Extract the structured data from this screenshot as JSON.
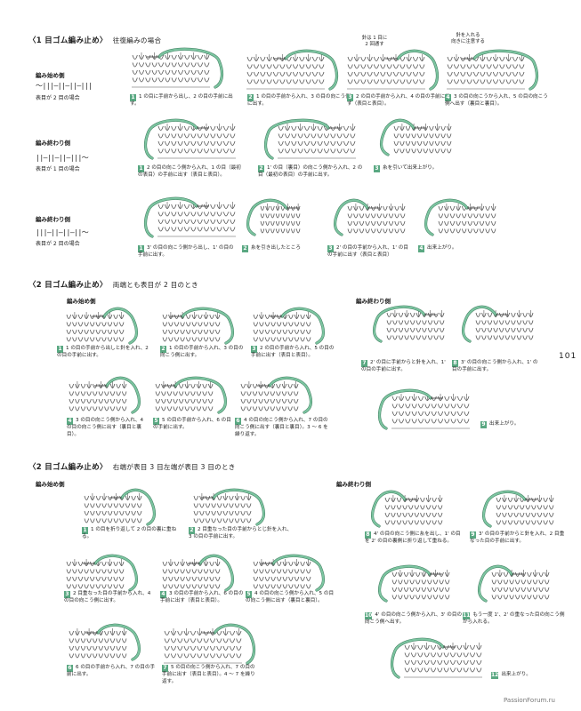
{
  "page_number": "101",
  "watermark": "PassionForum.ru",
  "section1": {
    "title": "〈1 目ゴム編み止め〉",
    "subtitle": "往復編みの場合",
    "start_label": "編み始め側",
    "start_chain": "～|||–||–||–|||",
    "start_note": "表目が 2 目の場合",
    "end1_label": "編み終わり側",
    "end1_chain": "||–||–||–|||～",
    "end1_note": "表目が 1 目の場合",
    "end2_label": "編み終わり側",
    "end2_chain": "|||–||–||–||～",
    "end2_note": "表目が 2 目の場合",
    "note_a": "針は 1 目に\n2 回通す",
    "note_b": "針を入れる\n向きに注意する",
    "steps_a": [
      {
        "n": "1",
        "t": "1 の目に手前から出し、2 の目の手前に出す。"
      },
      {
        "n": "2",
        "t": "1 の目の手前から入れ、3 の目の向こう側に出す。"
      },
      {
        "n": "3",
        "t": "2 の目の手前から入れ、4 の目の手前に出す（表目と表目）。"
      },
      {
        "n": "4",
        "t": "3 の目の向こうから入れ、5 の目の向こう側へ出す（裏目と裏目）。"
      }
    ],
    "steps_b": [
      {
        "n": "1",
        "t": "2 の目の向こう側から入れ、1 の目（最初の表目）の手前に出す（表目と表目）。"
      },
      {
        "n": "2",
        "t": "1' の目（裏目）の向こう側から入れ、2 の目（最初の表目）の手前に出す。"
      },
      {
        "n": "3",
        "t": "糸を引いて出来上がり。"
      }
    ],
    "steps_c": [
      {
        "n": "1",
        "t": "3' の目の向こう側から出し、1' の目の手前に出す。"
      },
      {
        "n": "2",
        "t": "糸を引き出したところ"
      },
      {
        "n": "3",
        "t": "2' の目の手前から入れ、1' の目の手前に出す（表目と表目）"
      },
      {
        "n": "4",
        "t": "出来上がり。"
      }
    ]
  },
  "section2": {
    "title": "〈2 目ゴム編み止め〉",
    "subtitle": "両端とも表目が 2 目のとき",
    "start_label": "編み始め側",
    "end_label": "編み終わり側",
    "steps_start": [
      {
        "n": "1",
        "t": "1 の目の手前から出しと針を入れ、2 の目の手前に出す。"
      },
      {
        "n": "2",
        "t": "1 の目の手前から入れ、3 の目の向こう側に出す。"
      },
      {
        "n": "3",
        "t": "2 の目の手前から入れ、5 の目の手前に出す（表目と表目）。"
      },
      {
        "n": "4",
        "t": "3 の目の向こう側から入れ、4 の目の向こう側に出す（裏目と裏目）。"
      },
      {
        "n": "5",
        "t": "5 の目の手前から入れ、6 の目の手前に出す。"
      },
      {
        "n": "6",
        "t": "4 の目の向こう側から入れ、7 の目の向こう側に出す（裏目と裏目）。3 ～ 6 を繰り返す。"
      }
    ],
    "steps_end": [
      {
        "n": "7",
        "t": "2' の目に手前からと針を入れ、1' の目の手前に出す。"
      },
      {
        "n": "8",
        "t": "3' の目の向こう側から入れ、1' の目の手前に出す。"
      },
      {
        "n": "9",
        "t": "出来上がり。"
      }
    ]
  },
  "section3": {
    "title": "〈2 目ゴム編み止め〉",
    "subtitle": "右端が表目 3 目左端が表目 3 目のとき",
    "start_label": "編み始め側",
    "end_label": "編み終わり側",
    "steps_start": [
      {
        "n": "1",
        "t": "1 の目を折り返して 2 の目の裏に重ねる。"
      },
      {
        "n": "2",
        "t": "2 目重なった目の手前からとじ針を入れ、3 の目の手前に出す。"
      },
      {
        "n": "3",
        "t": "2 目重なった目の手前から入れ、4 の目の向こう側に出す。"
      },
      {
        "n": "4",
        "t": "3 の目の手前から入れ、6 の目の手前に出す（表目と表目）。"
      },
      {
        "n": "5",
        "t": "4 の目の向こう側から入れ、5 の目の向こう側に出す（裏目と裏目）。"
      },
      {
        "n": "6",
        "t": "6 の目の手前から入れ、7 の目の手前に出す。"
      },
      {
        "n": "7",
        "t": "5 の目の向こう側から入れ、7 の目の手前に出す（表目と表目）。4 ～ 7 を繰り返す。"
      }
    ],
    "steps_end": [
      {
        "n": "8",
        "t": "4' の目の向こう側に糸を出し、1' の目を 2' の目の裏側に折り返して重ねる。"
      },
      {
        "n": "9",
        "t": "3' の目の手前からと針を入れ、2 目重なった目の手前に出す。"
      },
      {
        "n": "10",
        "t": "4' の目の向こう側から入れ、3' の目の向こう側へ出す。"
      },
      {
        "n": "11",
        "t": "もう一度 1'、2' の重なった目の向こう側から入れる。"
      },
      {
        "n": "12",
        "t": "出来上がり。"
      }
    ]
  },
  "colors": {
    "accent": "#5aa882",
    "yarn": "#7cc4a0",
    "stitch": "#555555"
  }
}
